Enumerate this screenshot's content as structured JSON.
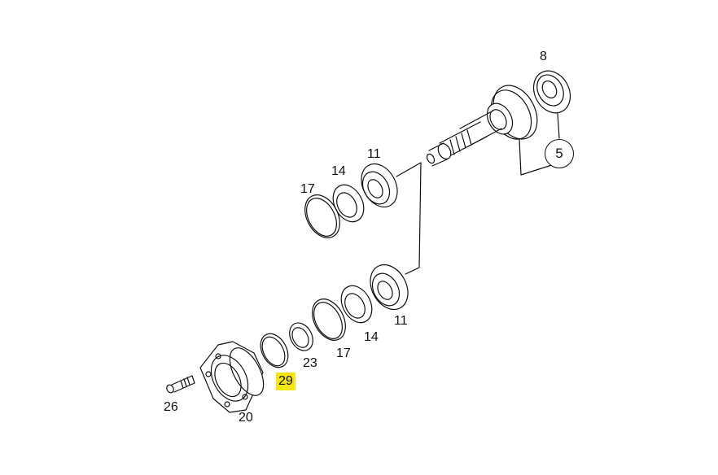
{
  "callouts": [
    {
      "id": "8",
      "label": "8"
    },
    {
      "id": "5",
      "label": "5"
    },
    {
      "id": "11a",
      "label": "11"
    },
    {
      "id": "14a",
      "label": "14"
    },
    {
      "id": "17a",
      "label": "17"
    },
    {
      "id": "11b",
      "label": "11"
    },
    {
      "id": "14b",
      "label": "14"
    },
    {
      "id": "17b",
      "label": "17"
    },
    {
      "id": "23",
      "label": "23"
    },
    {
      "id": "29",
      "label": "29",
      "highlighted": true
    },
    {
      "id": "26",
      "label": "26"
    },
    {
      "id": "20",
      "label": "20"
    }
  ],
  "highlight_color": "#f5e613"
}
